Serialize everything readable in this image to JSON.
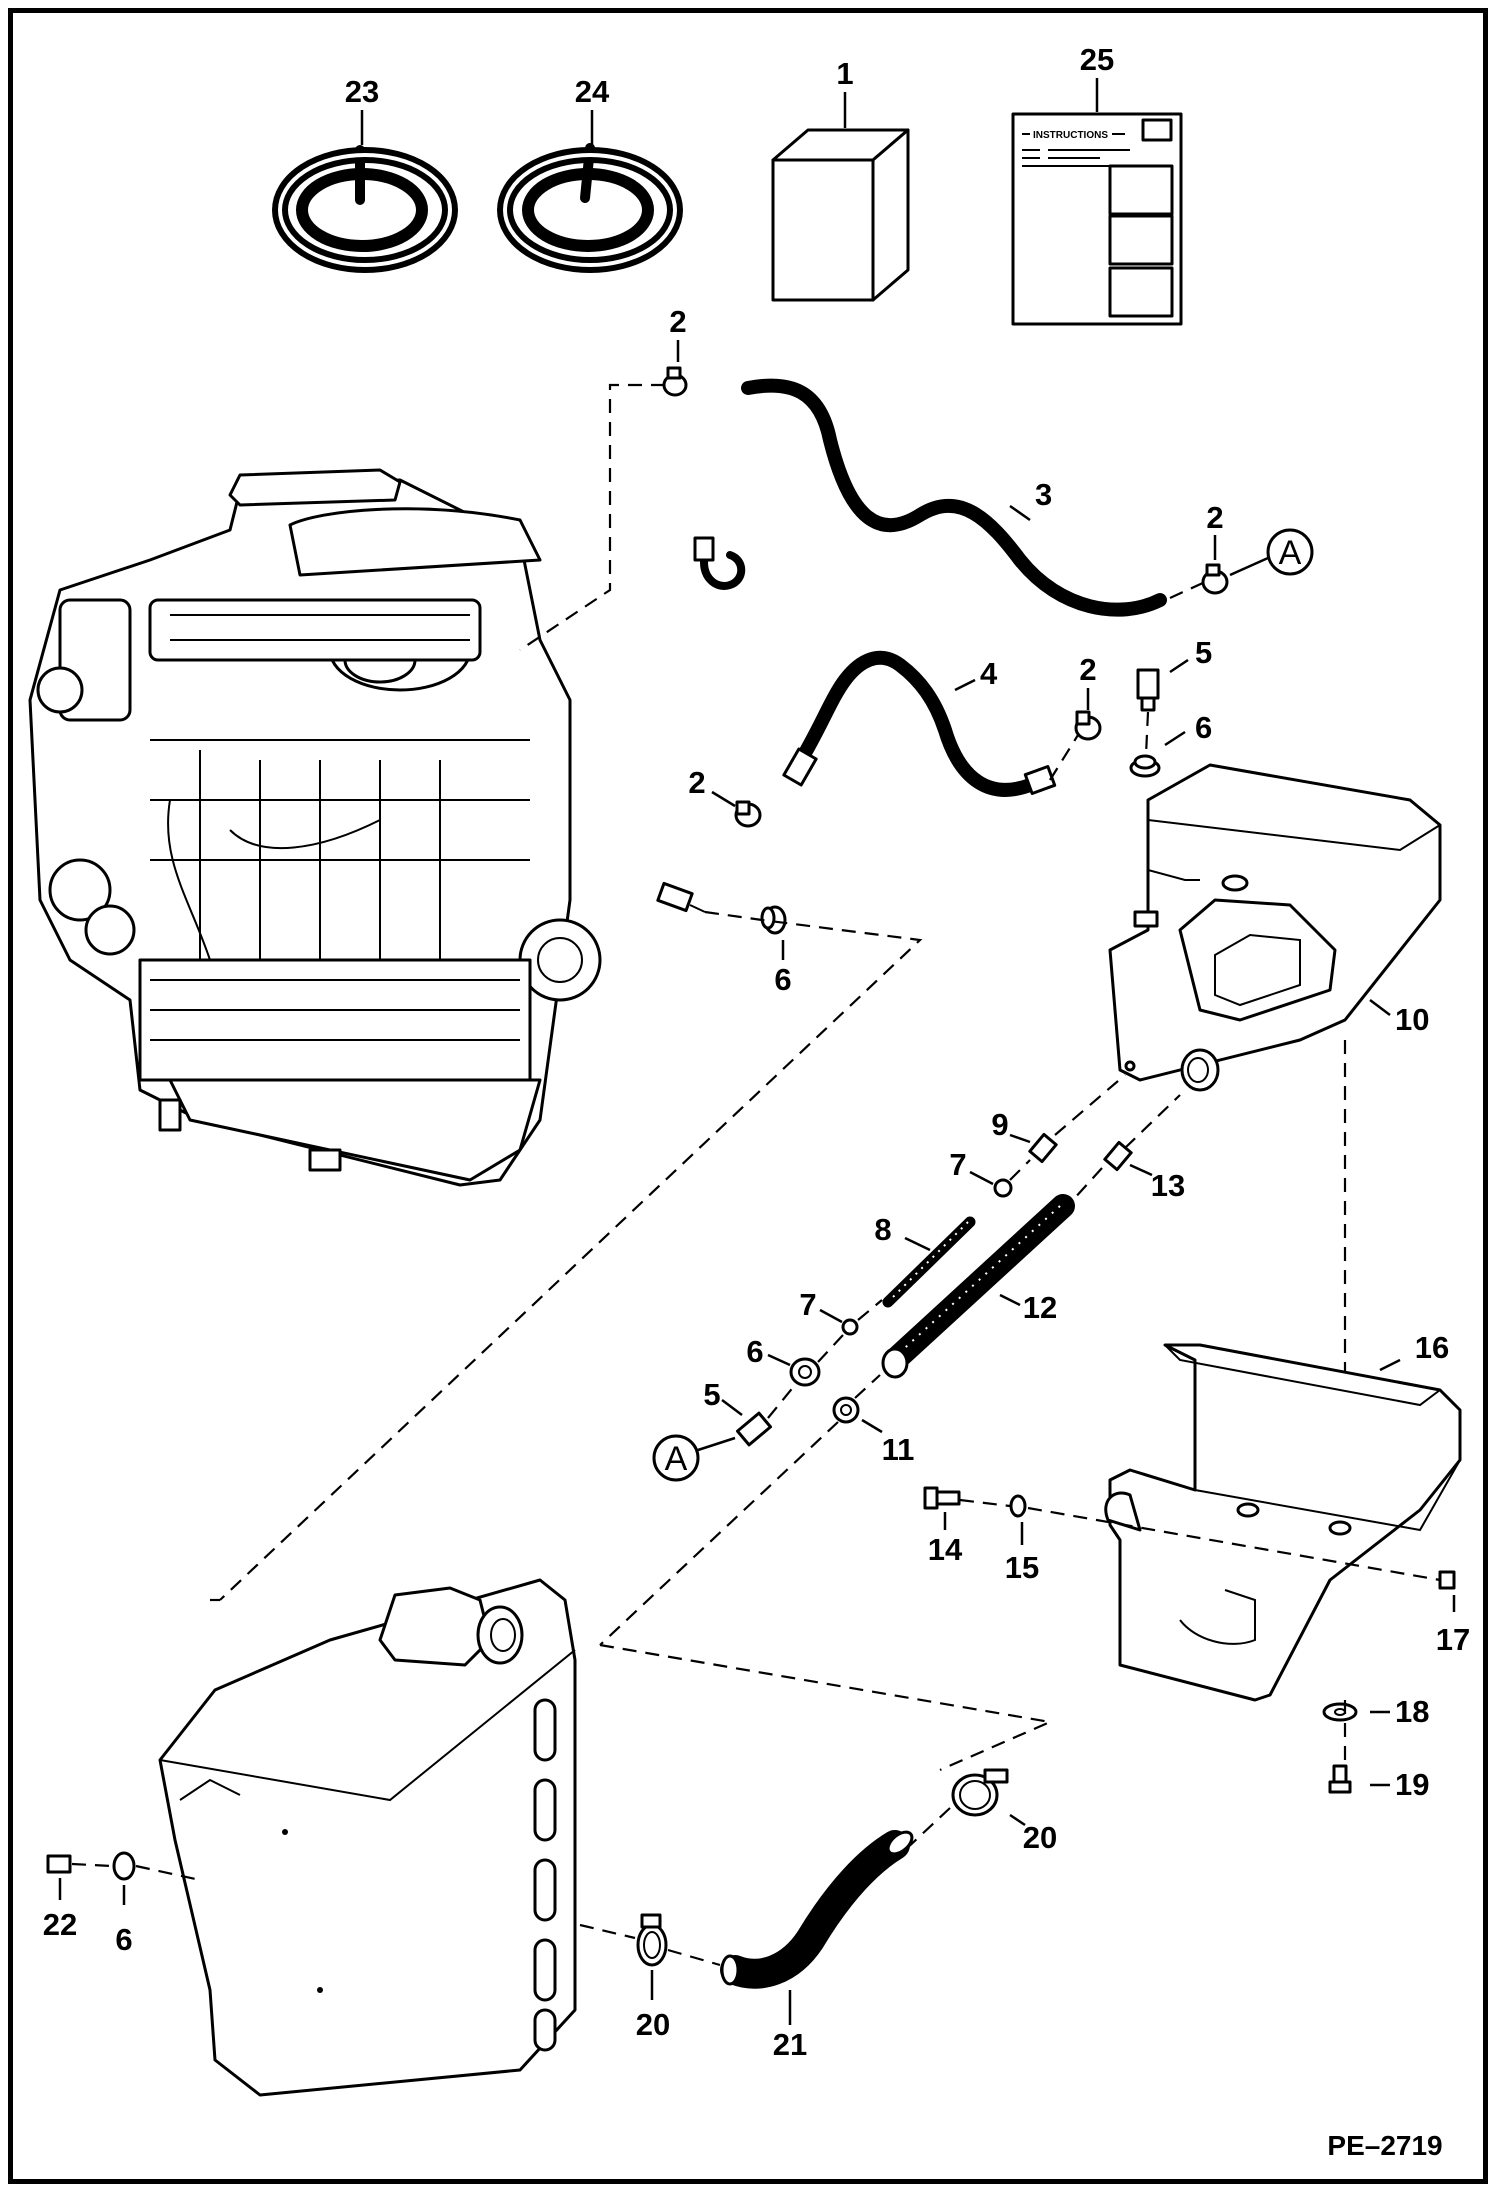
{
  "diagram": {
    "document_code": "PE–2719",
    "instructions_sheet_title": "INSTRUCTIONS",
    "ref_marker": "A",
    "callouts": {
      "c1": "1",
      "c2a": "2",
      "c2b": "2",
      "c2c": "2",
      "c2d": "2",
      "c3": "3",
      "c4": "4",
      "c5a": "5",
      "c5b": "5",
      "c6a": "6",
      "c6b": "6",
      "c6c": "6",
      "c6d": "6",
      "c7a": "7",
      "c7b": "7",
      "c8": "8",
      "c9": "9",
      "c10": "10",
      "c11": "11",
      "c12": "12",
      "c13": "13",
      "c14": "14",
      "c15": "15",
      "c16": "16",
      "c17": "17",
      "c18": "18",
      "c19": "19",
      "c20a": "20",
      "c20b": "20",
      "c21": "21",
      "c22": "22",
      "c23": "23",
      "c24": "24",
      "c25": "25"
    }
  }
}
